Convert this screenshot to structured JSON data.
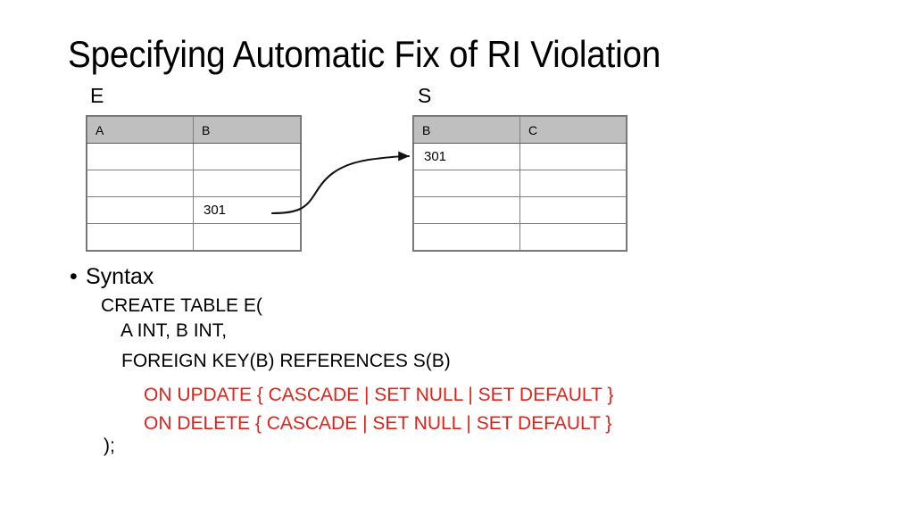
{
  "slide": {
    "title": "Specifying Automatic Fix of RI Violation",
    "accent_red": "#e32119",
    "header_fill": "#bfbfbf",
    "border_color": "#7f7f7f",
    "background": "#ffffff"
  },
  "tables": {
    "e": {
      "label": "E",
      "columns": [
        "A",
        "B"
      ],
      "rows": [
        [
          "",
          ""
        ],
        [
          "",
          ""
        ],
        [
          "",
          "301"
        ],
        [
          "",
          ""
        ]
      ]
    },
    "s": {
      "label": "S",
      "columns": [
        "B",
        "C"
      ],
      "rows": [
        [
          "301",
          ""
        ],
        [
          "",
          ""
        ],
        [
          "",
          ""
        ],
        [
          "",
          ""
        ]
      ]
    }
  },
  "arrow": {
    "name": "foreign-key-reference-arrow",
    "from": "E.B value 301",
    "to": "S.B value 301"
  },
  "body": {
    "bullet_marker": "•",
    "bullet_label": "Syntax",
    "lines": [
      {
        "text": "CREATE TABLE E(",
        "color": "black"
      },
      {
        "text": "A INT, B INT,",
        "color": "black"
      },
      {
        "text": "FOREIGN KEY(B) REFERENCES S(B)",
        "color": "black"
      },
      {
        "text": "ON UPDATE { CASCADE | SET NULL | SET DEFAULT }",
        "color": "red"
      },
      {
        "text": "ON DELETE { CASCADE | SET NULL | SET DEFAULT }",
        "color": "red"
      },
      {
        "text": ");",
        "color": "black"
      }
    ]
  }
}
